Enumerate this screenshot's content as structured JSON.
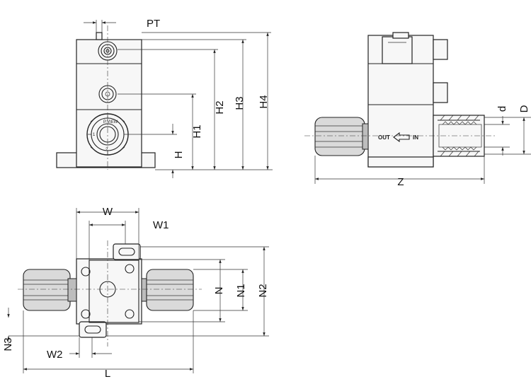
{
  "labels": {
    "pt": "PT",
    "h": "H",
    "h1": "H1",
    "h2": "H2",
    "h3": "H3",
    "h4": "H4",
    "d": "d",
    "D": "D",
    "z": "Z",
    "w": "W",
    "w1": "W1",
    "w2": "W2",
    "n": "N",
    "n1": "N1",
    "n2": "N2",
    "n3": "N3",
    "l": "L",
    "out": "OUT",
    "in": "IN",
    "view": "P.VIEW"
  }
}
